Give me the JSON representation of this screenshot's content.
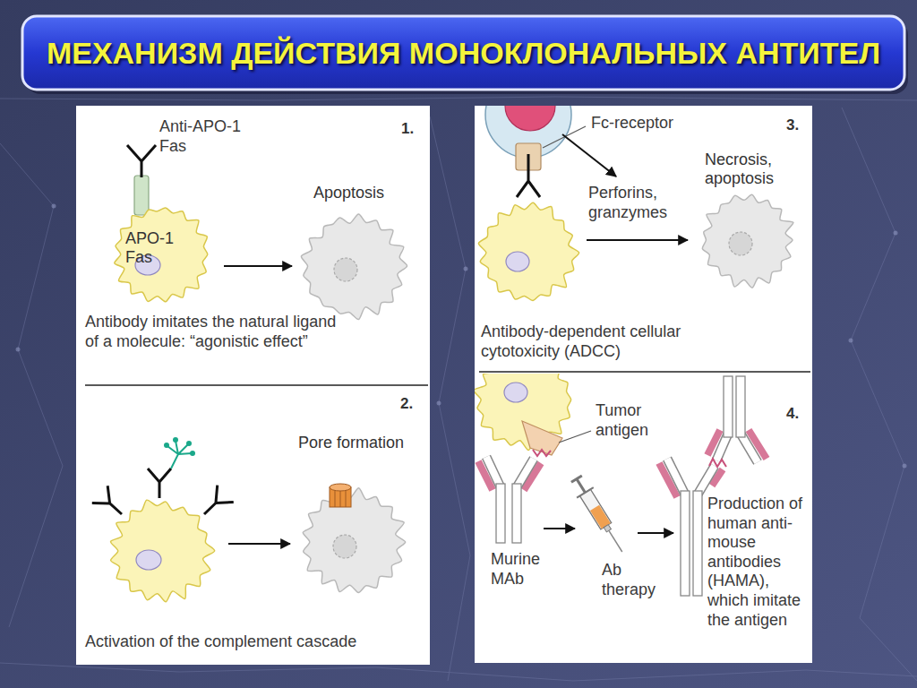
{
  "diagram": {
    "title": "МЕХАНИЗМ ДЕЙСТВИЯ МОНОКЛОНАЛЬНЫХ АНТИТЕЛ",
    "nodes": [
      {
        "text": [
          "APO-1 Fas"
        ]
      },
      {
        "text": [
          "Apoptosis"
        ]
      },
      {
        "text": [
          "Pore formation"
        ]
      },
      {
        "text": [
          "Necrosis, apoptosis"
        ]
      }
    ],
    "edges": [
      {
        "from": 0,
        "to": 1,
        "arrow": "to"
      }
    ],
    "labels": [
      "1.",
      "Anti-APO-1 Fas",
      "Antibody imitates the natural ligand of a molecule: “agonistic effect”",
      "2.",
      "Activation of the complement cascade",
      "Fc-receptor",
      "3.",
      "Perforins, granzymes",
      "Antibody-dependent cellular cytotoxicity (ADCC)",
      "Tumor antigen",
      "4.",
      "Murine MAb",
      "Ab therapy",
      "Production of human anti-mouse antibodies (HAMA), which imitate the antigen"
    ]
  }
}
